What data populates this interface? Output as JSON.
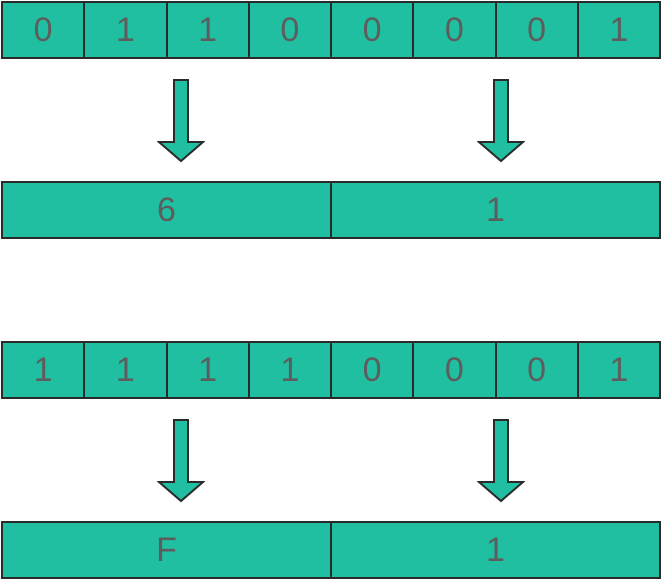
{
  "examples": [
    {
      "bits": [
        "0",
        "1",
        "1",
        "0",
        "0",
        "0",
        "0",
        "1"
      ],
      "nibbles": [
        "6",
        "1"
      ]
    },
    {
      "bits": [
        "1",
        "1",
        "1",
        "1",
        "0",
        "0",
        "0",
        "1"
      ],
      "nibbles": [
        "F",
        "1"
      ]
    }
  ],
  "colors": {
    "cell_fill": "#20bfa1",
    "border": "#2a2a2a",
    "text": "#5d5d5d",
    "arrow_fill": "#20bfa1"
  },
  "icons": {
    "arrow": "arrow-down-icon"
  }
}
